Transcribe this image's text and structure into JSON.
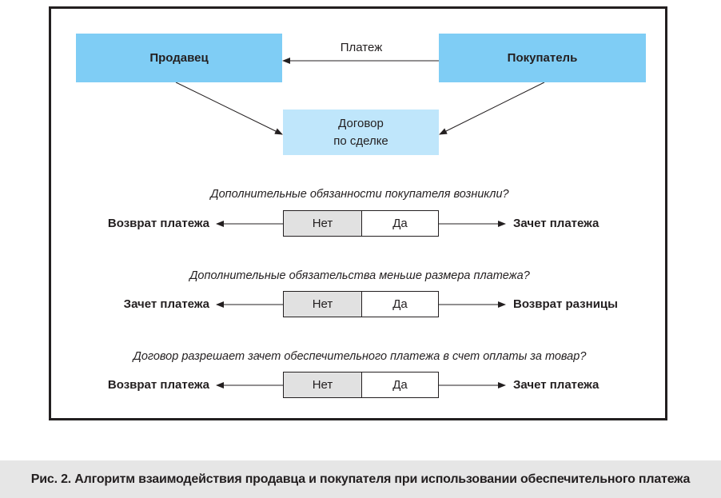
{
  "diagram": {
    "seller": "Продавец",
    "buyer": "Покупатель",
    "payment_label": "Платеж",
    "contract_line1": "Договор",
    "contract_line2": "по сделке",
    "questions": [
      {
        "text": "Дополнительные обязанности покупателя возникли?",
        "no_label": "Нет",
        "yes_label": "Да",
        "no_outcome": "Возврат платежа",
        "yes_outcome": "Зачет платежа"
      },
      {
        "text": "Дополнительные обязательства меньше размера платежа?",
        "no_label": "Нет",
        "yes_label": "Да",
        "no_outcome": "Зачет платежа",
        "yes_outcome": "Возврат разницы"
      },
      {
        "text": "Договор разрешает зачет обеспечительного платежа в счет оплаты за товар?",
        "no_label": "Нет",
        "yes_label": "Да",
        "no_outcome": "Возврат платежа",
        "yes_outcome": "Зачет платежа"
      }
    ]
  },
  "caption": "Рис. 2. Алгоритм взаимодействия продавца и покупателя при использовании обеспечительного платежа",
  "colors": {
    "party_fill": "#7fcdf5",
    "contract_fill": "#bfe6fb",
    "no_fill": "#e1e1e1",
    "caption_bar": "#e6e6e6",
    "ink": "#231f20"
  }
}
